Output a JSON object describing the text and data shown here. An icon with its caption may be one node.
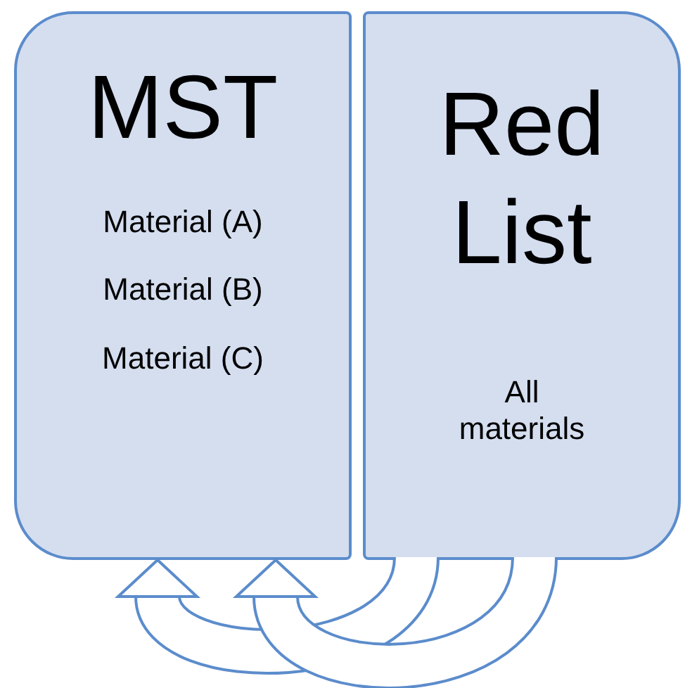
{
  "diagram": {
    "nodes": [
      {
        "text": [
          "MST",
          "Material (A)",
          "Material (B)",
          "Material (C)"
        ]
      },
      {
        "text": [
          "Red List",
          "All materials"
        ]
      }
    ],
    "edges": [
      {
        "from": 1,
        "to": 0,
        "arrow": "to"
      },
      {
        "from": 1,
        "to": 0,
        "arrow": "to"
      }
    ]
  }
}
